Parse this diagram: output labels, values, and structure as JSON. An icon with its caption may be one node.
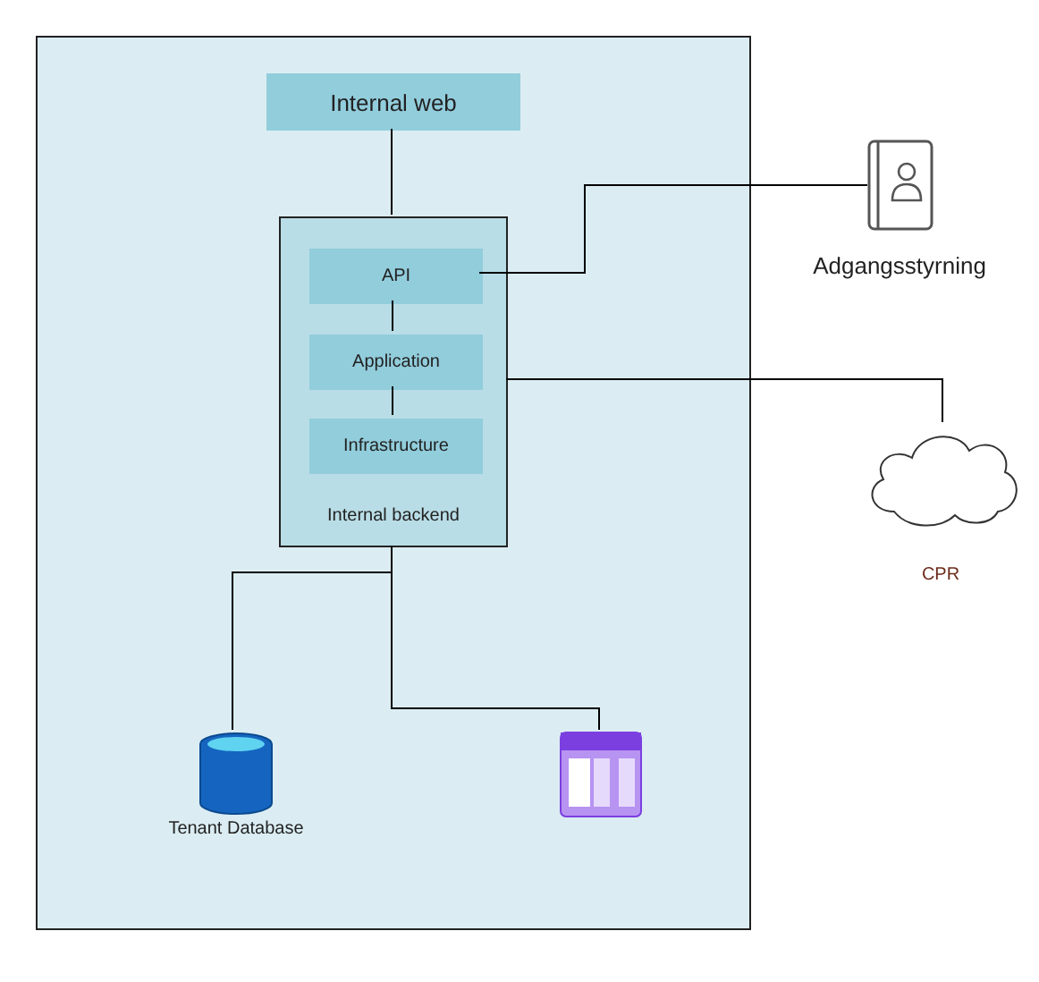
{
  "diagram": {
    "nodes": [
      {
        "text": [],
        "shape": "box"
      },
      {
        "text": [
          "Internal web"
        ],
        "in": 0
      },
      {
        "text": [
          "Internal backend"
        ],
        "in": 0
      },
      {
        "text": [
          "API"
        ],
        "in": 2
      },
      {
        "text": [
          "Application"
        ],
        "in": 2
      },
      {
        "text": [
          "Infrastructure"
        ],
        "in": 2
      },
      {
        "text": [
          "Adgangsstyrning"
        ]
      },
      {
        "text": [
          "CPR"
        ]
      },
      {
        "text": [
          "Tenant Database"
        ],
        "in": 0
      },
      {
        "text": [],
        "shape": "box",
        "in": 0
      }
    ],
    "edges": [
      {
        "from": 1,
        "to": 2,
        "arrow": "none"
      },
      {
        "from": 3,
        "to": 4,
        "arrow": "none"
      },
      {
        "from": 4,
        "to": 5,
        "arrow": "none"
      },
      {
        "from": 3,
        "to": 6,
        "arrow": "none"
      },
      {
        "from": 2,
        "to": 7,
        "arrow": "none"
      },
      {
        "from": 2,
        "to": 8,
        "arrow": "none"
      },
      {
        "from": 2,
        "to": 9,
        "arrow": "none"
      }
    ]
  }
}
